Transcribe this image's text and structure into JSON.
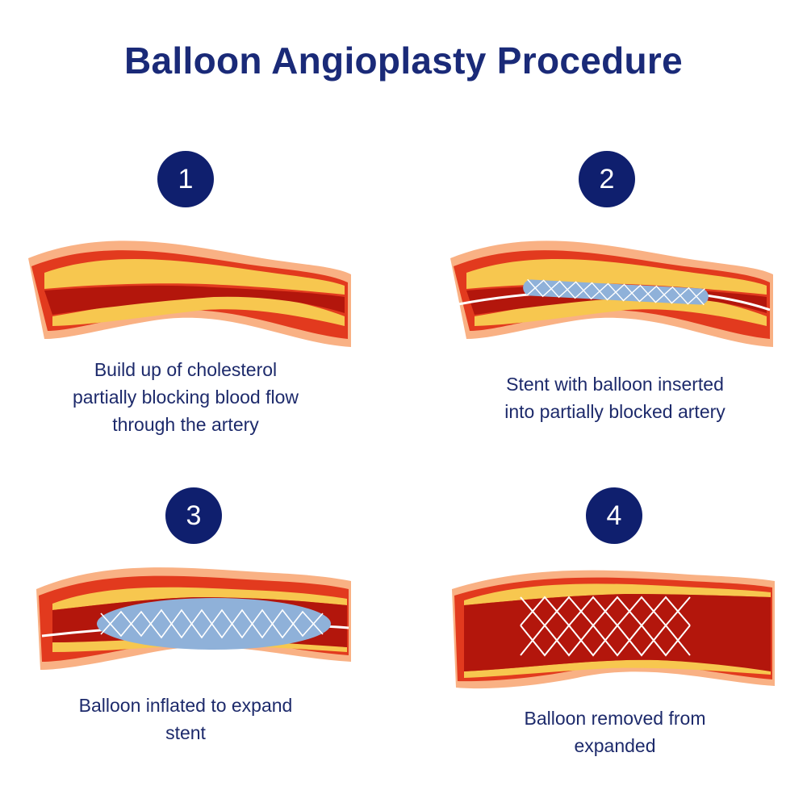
{
  "title": "Balloon Angioplasty Procedure",
  "colors": {
    "navy": "#0f1f6e",
    "title_blue": "#1a2a78",
    "artery_red": "#e23a1e",
    "artery_dark": "#b3160c",
    "plaque_yellow": "#f7c74f",
    "tissue_peach": "#f9b184",
    "balloon_blue": "#8fb1d9",
    "stent_white": "#ffffff"
  },
  "steps": [
    {
      "number": "1",
      "caption_lines": [
        "Build up of cholesterol",
        "partially blocking blood flow",
        "through the artery"
      ],
      "illustration": "artery-with-plaque"
    },
    {
      "number": "2",
      "caption_lines": [
        "Stent with balloon inserted",
        "into partially blocked artery"
      ],
      "illustration": "artery-with-deflated-stent"
    },
    {
      "number": "3",
      "caption_lines": [
        "Balloon inflated to expand",
        "stent"
      ],
      "illustration": "artery-with-inflated-balloon"
    },
    {
      "number": "4",
      "caption_lines": [
        "Balloon removed from",
        "expanded"
      ],
      "illustration": "artery-with-expanded-stent"
    }
  ]
}
